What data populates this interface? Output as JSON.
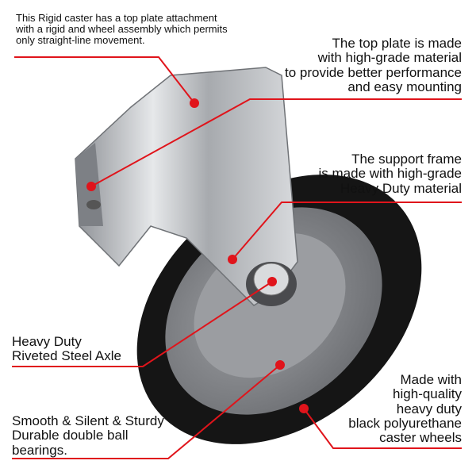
{
  "callouts": {
    "rigid_intro": [
      "This Rigid caster has a top plate attachment",
      "with a rigid and wheel assembly which permits",
      "only straight-line movement."
    ],
    "top_plate": [
      "The top plate is made",
      "with high-grade material",
      "to provide better performance",
      "and easy mounting"
    ],
    "support_frame": [
      "The support frame",
      "is made with high-grade",
      "Heavy Duty material"
    ],
    "axle": [
      "Heavy Duty",
      "Riveted Steel Axle"
    ],
    "bearings": [
      "Smooth & Silent & Sturdy",
      "Durable double ball",
      "bearings."
    ],
    "wheels": [
      "Made with",
      "high-quality",
      "heavy duty",
      "black polyurethane",
      "caster wheels"
    ]
  },
  "colors": {
    "leader": "#e0141b",
    "wheel": "#151515",
    "hub": "#8d8f93",
    "plate": "#c9ccd0"
  }
}
